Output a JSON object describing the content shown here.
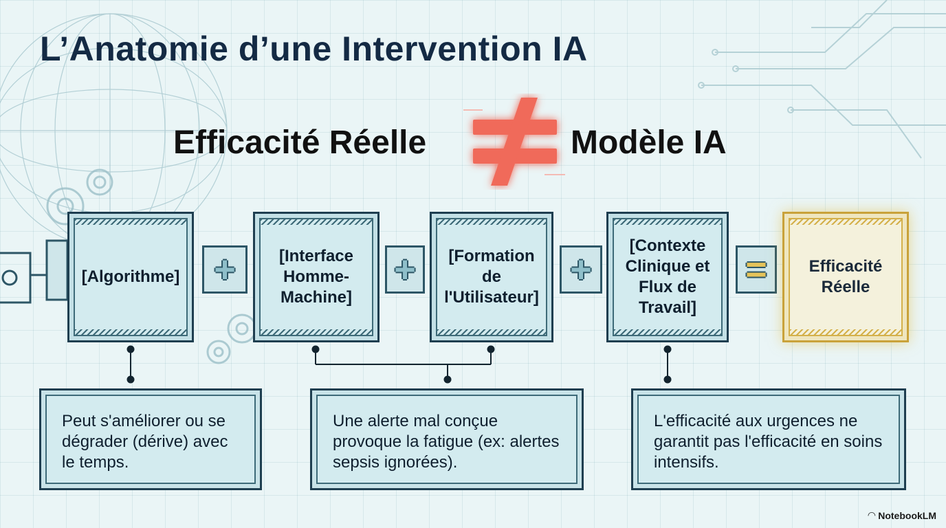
{
  "title": "L’Anatomie d’une Intervention IA",
  "equation": {
    "left": "Efficacité Réelle",
    "symbol": "≠",
    "right": "Modèle IA"
  },
  "components": [
    {
      "label": "[Algorithme]"
    },
    {
      "label": "[Interface Homme-Machine]"
    },
    {
      "label": "[Formation de l'Utilisateur]"
    },
    {
      "label": "[Contexte Clinique et Flux de Travail]"
    },
    {
      "label": "Efficacité Réelle"
    }
  ],
  "operators": [
    "+",
    "+",
    "+",
    "="
  ],
  "notes": [
    {
      "text": "Peut s'améliorer ou se dégrader (dérive) avec le temps."
    },
    {
      "text": "Une alerte mal conçue provoque la fatigue (ex: alertes sepsis ignorées)."
    },
    {
      "text": "L'efficacité aux urgences ne garantit pas l'efficacité en soins intensifs."
    }
  ],
  "brand": "NotebookLM",
  "colors": {
    "title": "#142a44",
    "accent_neq": "#f06a5a",
    "highlight": "#d4b04a",
    "frame": "#1e3e50"
  }
}
